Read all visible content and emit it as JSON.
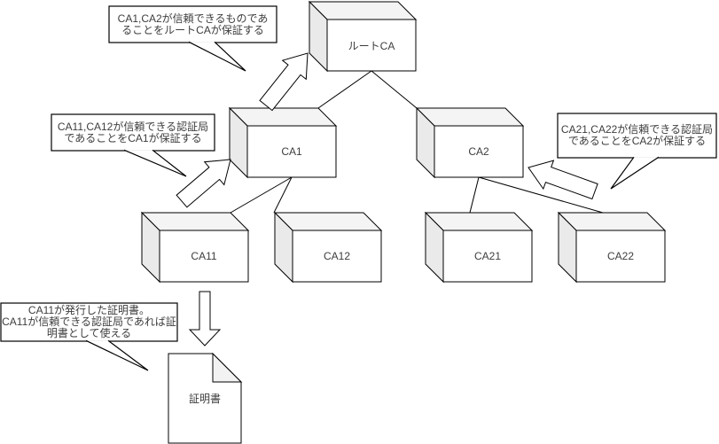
{
  "diagram": {
    "boxes": {
      "root": {
        "label": "ルートCA"
      },
      "ca1": {
        "label": "CA1"
      },
      "ca2": {
        "label": "CA2"
      },
      "ca11": {
        "label": "CA11"
      },
      "ca12": {
        "label": "CA12"
      },
      "ca21": {
        "label": "CA21"
      },
      "ca22": {
        "label": "CA22"
      }
    },
    "document": {
      "label": "証明書"
    },
    "callouts": {
      "root_note": {
        "text": "CA1,CA2が信頼できるものであ\nることをルートCAが保証する"
      },
      "ca1_note": {
        "text": "CA11,CA12が信頼できる認証局\nであることをCA1が保証する"
      },
      "ca2_note": {
        "text": "CA21,CA22が信頼できる認証局\nであることをCA2が保証する"
      },
      "cert_note": {
        "text": "CA11が発行した証明書。\nCA11が信頼できる認証局であれば証\n明書として使える"
      }
    },
    "colors": {
      "stroke": "#000000",
      "box_top": "#f4f4f4",
      "box_side": "#eaeaea",
      "box_front": "#ffffff",
      "text": "#3d3d3d",
      "background": "#ffffff"
    }
  }
}
